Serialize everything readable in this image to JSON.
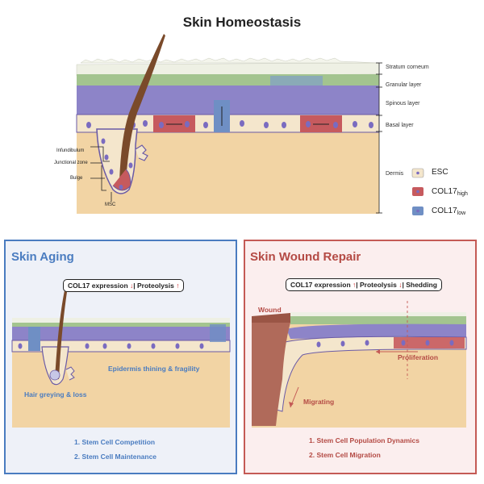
{
  "title": "Skin Homeostasis",
  "layers": {
    "stratum_corneum": "Stratum corneum",
    "granular": "Granular layer",
    "spinous": "Spinous layer",
    "basal": "Basal layer",
    "dermis": "Dermis"
  },
  "follicle_labels": {
    "infundibulum": "Infundibulum",
    "junctional": "Junctional zone",
    "bulge": "Bulge",
    "msc": "MSC"
  },
  "legend": {
    "esc": "ESC",
    "col17": "COL17",
    "high": "high",
    "low": "low"
  },
  "aging": {
    "title": "Skin Aging",
    "pill_a": "COL17 expression",
    "pill_b": "Proteolysis",
    "label_epidermis": "Epidermis thining & fragility",
    "label_hair": "Hair greying & loss",
    "item1": "1. Stem Cell Competition",
    "item2": "2. Stem Cell Maintenance"
  },
  "repair": {
    "title": "Skin Wound Repair",
    "pill_a": "COL17 expression",
    "pill_b": "Proteolysis",
    "pill_c": "Shedding",
    "label_wound": "Wound",
    "label_proliferation": "Proliferation",
    "label_migrating": "Migrating",
    "item1": "1. Stem Cell Population Dynamics",
    "item2": "2. Stem Cell Migration"
  },
  "colors": {
    "aging_border": "#4a7cc0",
    "aging_bg": "#eef1f8",
    "repair_border": "#c45a55",
    "repair_bg": "#fbeeee",
    "dermis": "#f2d4a4",
    "stratum": "#e9ecdf",
    "granular": "#a3c48f",
    "spinous": "#8d84c8",
    "basal": "#f4e6cc",
    "col17_high": "#c65a5e",
    "col17_low": "#6f8fc4"
  }
}
